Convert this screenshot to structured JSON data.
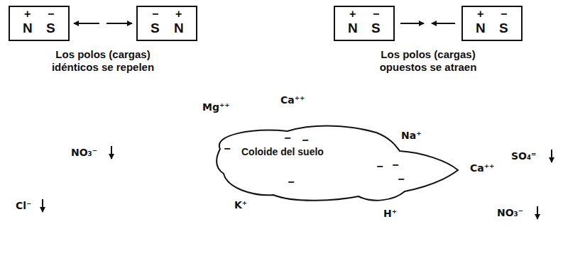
{
  "diagram": {
    "nodes": [
      {
        "text": [
          "+",
          "N",
          "−",
          "S"
        ]
      },
      {
        "text": [
          "−",
          "S",
          "+",
          "N"
        ]
      },
      {
        "text": [
          "+",
          "N",
          "−",
          "S"
        ]
      },
      {
        "text": [
          "+",
          "N",
          "−",
          "S"
        ]
      },
      {
        "text": [
          "Coloide del suelo"
        ]
      }
    ],
    "labels": [
      "Los polos (cargas) idénticos se repelen",
      "Los polos (cargas) opuestos se atraen",
      "NO₃⁻",
      "Mg⁺⁺",
      "Ca⁺⁺",
      "−",
      "−",
      "−",
      "Na⁺",
      "−",
      "−",
      "Ca⁺⁺",
      "SO₄⁼",
      "−",
      "−",
      "K⁺",
      "H⁺",
      "Cl⁻",
      "NO₃⁻"
    ]
  }
}
